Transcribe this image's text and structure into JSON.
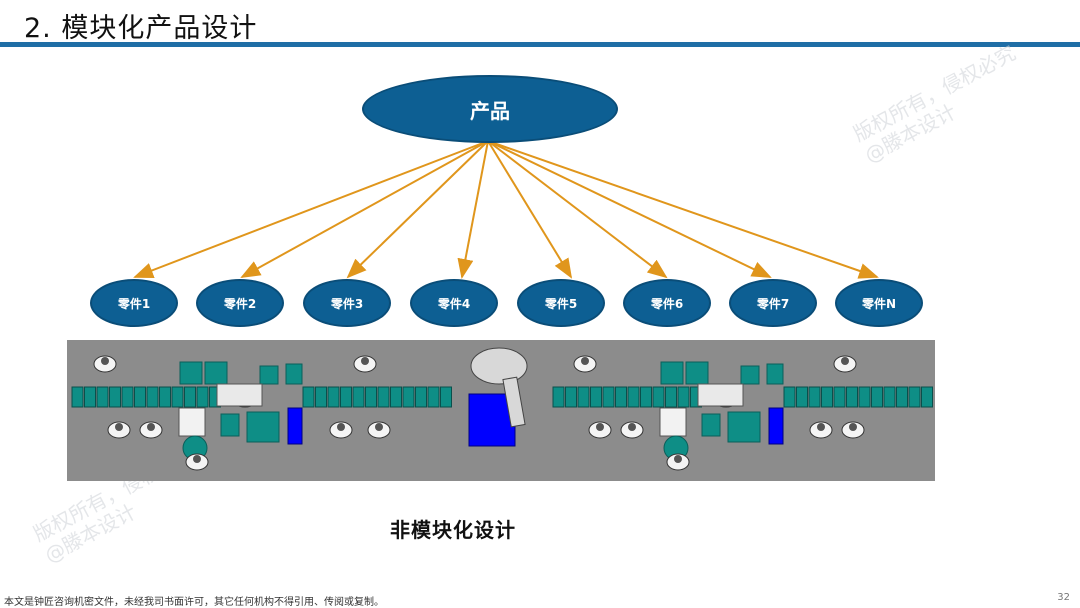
{
  "header": {
    "title": "2. 模块化产品设计"
  },
  "diagram": {
    "root_label": "产品",
    "parts": [
      "零件1",
      "零件2",
      "零件3",
      "零件4",
      "零件5",
      "零件6",
      "零件7",
      "零件N"
    ],
    "caption": "非模块化设计",
    "colors": {
      "node": "#0d5f93",
      "arrow": "#e0961c",
      "rule": "#1f6ea6",
      "floor": "#8c8c8c",
      "conveyor": "#0e8e86",
      "machine": "#0000ff"
    }
  },
  "footer": {
    "notice": "本文是钟匠咨询机密文件，未经我司书面许可，其它任何机构不得引用、传阅或复制。",
    "page": "32"
  },
  "watermark": {
    "line1": "版权所有，侵权必究",
    "line2": "@滕本设计"
  }
}
